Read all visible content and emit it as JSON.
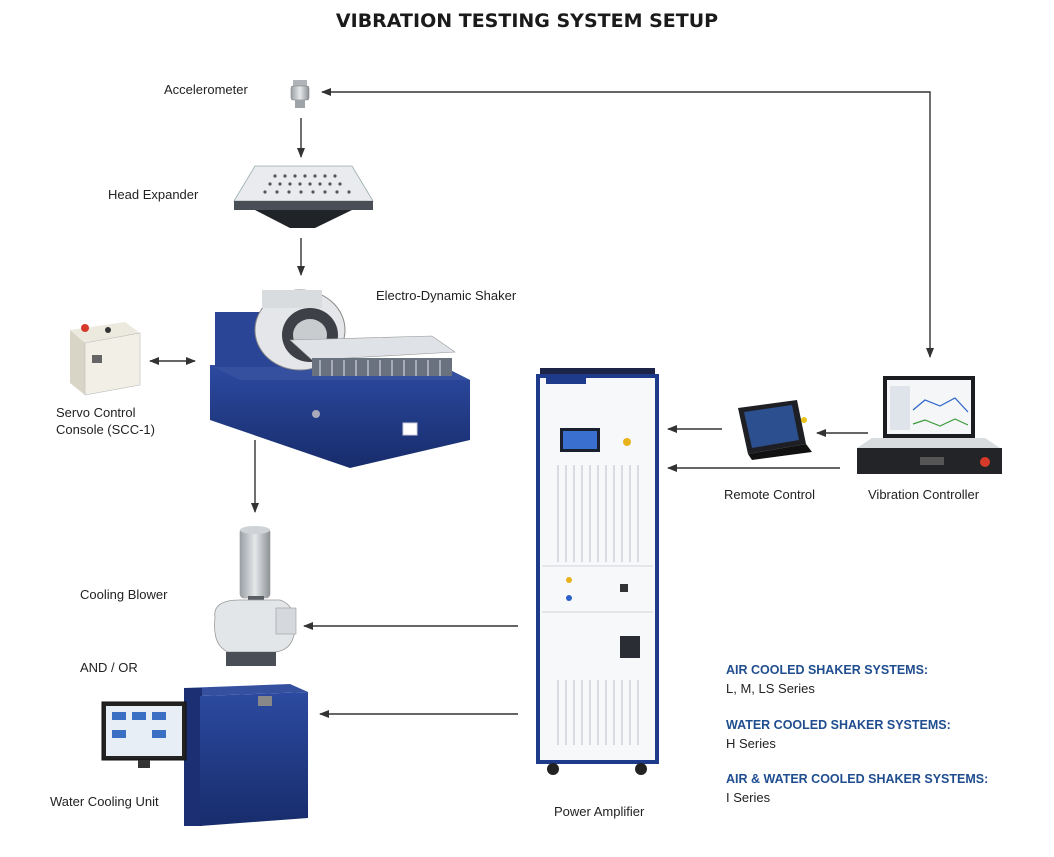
{
  "title": "VIBRATION TESTING SYSTEM SETUP",
  "components": {
    "accelerometer": "Accelerometer",
    "head_expander": "Head Expander",
    "shaker": "Electro-Dynamic Shaker",
    "servo_line1": "Servo Control",
    "servo_line2": "Console (SCC-1)",
    "cooling_blower": "Cooling Blower",
    "and_or": "AND / OR",
    "water_cooling": "Water Cooling Unit",
    "power_amplifier": "Power Amplifier",
    "remote_control": "Remote Control",
    "vibration_controller": "Vibration Controller"
  },
  "systems": [
    {
      "heading": "AIR COOLED SHAKER SYSTEMS:",
      "series": "L, M,  LS Series"
    },
    {
      "heading": "WATER COOLED SHAKER SYSTEMS:",
      "series": "H Series"
    },
    {
      "heading": "AIR & WATER COOLED SHAKER SYSTEMS:",
      "series": "I Series"
    }
  ],
  "colors": {
    "accent": "#1f4d8f",
    "equipment_blue": "#1e3a8a",
    "arrow": "#333333"
  }
}
